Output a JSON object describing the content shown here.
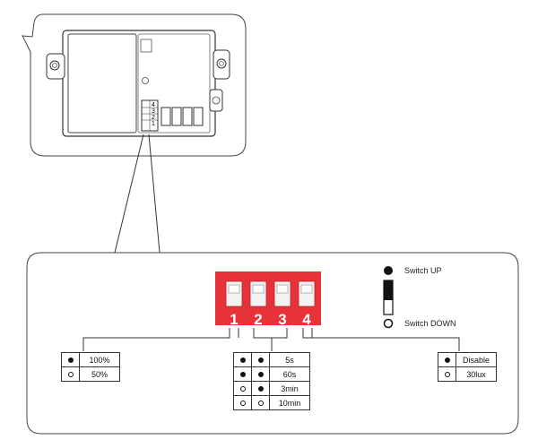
{
  "legend": {
    "up_label": "Switch UP",
    "down_label": "Switch DOWN"
  },
  "dip_switch": {
    "numbers": [
      "1",
      "2",
      "3",
      "4"
    ],
    "body_color": "#e8323a"
  },
  "module_labels": [
    "4",
    "3",
    "2",
    "1"
  ],
  "tables": {
    "switch1": {
      "rows": [
        {
          "states": [
            "up"
          ],
          "value": "100%"
        },
        {
          "states": [
            "down"
          ],
          "value": "50%"
        }
      ]
    },
    "switch23": {
      "rows": [
        {
          "states": [
            "up",
            "up"
          ],
          "value": "5s"
        },
        {
          "states": [
            "up",
            "up"
          ],
          "value": "60s"
        },
        {
          "states": [
            "down",
            "up"
          ],
          "value": "3min"
        },
        {
          "states": [
            "down",
            "down"
          ],
          "value": "10min"
        }
      ]
    },
    "switch4": {
      "rows": [
        {
          "states": [
            "up"
          ],
          "value": "Disable"
        },
        {
          "states": [
            "down"
          ],
          "value": "30lux"
        }
      ]
    }
  }
}
